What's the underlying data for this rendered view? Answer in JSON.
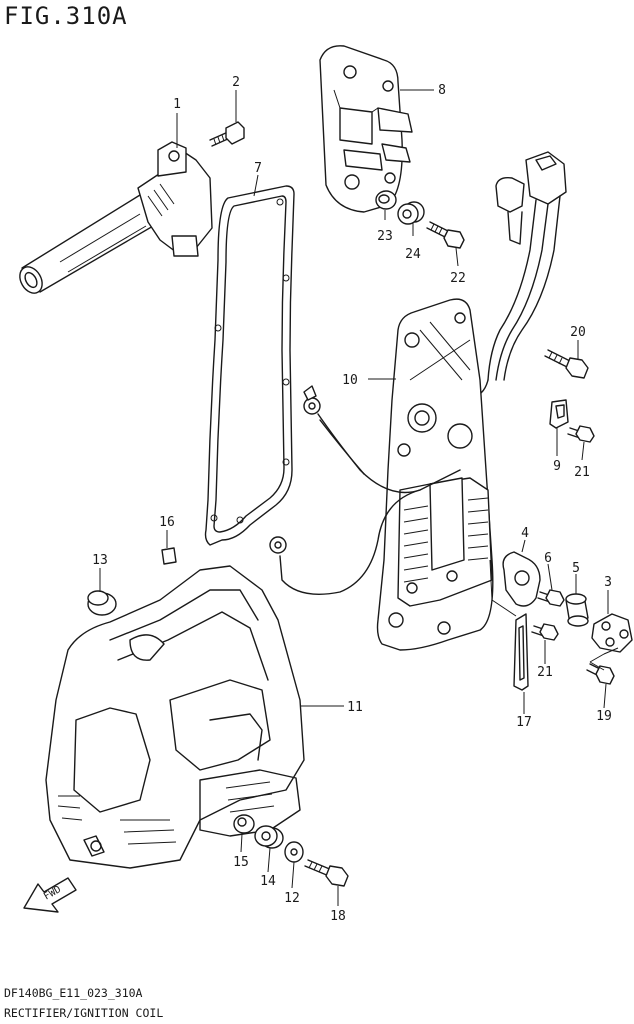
{
  "figure": {
    "title": "FIG.310A",
    "drawing_code": "DF140BG_E11_023_310A",
    "caption": "RECTIFIER/IGNITION COIL",
    "direction_label": "FWD"
  },
  "callouts": [
    {
      "id": "c1",
      "label": "1"
    },
    {
      "id": "c2",
      "label": "2"
    },
    {
      "id": "c3",
      "label": "3"
    },
    {
      "id": "c4",
      "label": "4"
    },
    {
      "id": "c5",
      "label": "5"
    },
    {
      "id": "c6",
      "label": "6"
    },
    {
      "id": "c7",
      "label": "7"
    },
    {
      "id": "c8",
      "label": "8"
    },
    {
      "id": "c9",
      "label": "9"
    },
    {
      "id": "c10",
      "label": "10"
    },
    {
      "id": "c11",
      "label": "11"
    },
    {
      "id": "c12",
      "label": "12"
    },
    {
      "id": "c13",
      "label": "13"
    },
    {
      "id": "c14",
      "label": "14"
    },
    {
      "id": "c15",
      "label": "15"
    },
    {
      "id": "c16",
      "label": "16"
    },
    {
      "id": "c17",
      "label": "17"
    },
    {
      "id": "c18",
      "label": "18"
    },
    {
      "id": "c19",
      "label": "19"
    },
    {
      "id": "c20",
      "label": "20"
    },
    {
      "id": "c21a",
      "label": "21"
    },
    {
      "id": "c21b",
      "label": "21"
    },
    {
      "id": "c22",
      "label": "22"
    },
    {
      "id": "c23",
      "label": "23"
    },
    {
      "id": "c24",
      "label": "24"
    }
  ]
}
